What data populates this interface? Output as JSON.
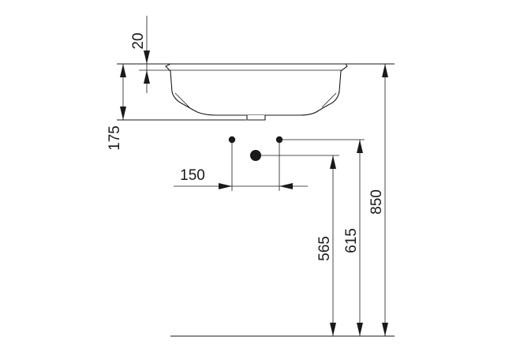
{
  "dimensions": {
    "basin_rim_thickness": "20",
    "basin_height": "175",
    "supply_spacing": "150",
    "drain_height": "565",
    "supply_height": "615",
    "rim_height": "850"
  }
}
